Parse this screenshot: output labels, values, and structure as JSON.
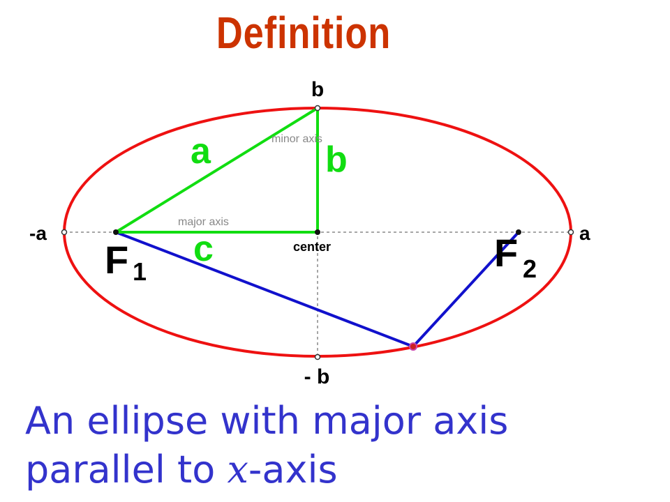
{
  "title": "Definition",
  "diagram": {
    "labels": {
      "b_top": "b",
      "minor_axis": "minor axis",
      "a_hyp": "a",
      "b_leg": "b",
      "neg_a": "-a",
      "major_axis": "major axis",
      "pos_a": "a",
      "F1": "F",
      "F1_sub": "1",
      "c_leg": "c",
      "center": "center",
      "F2": "F",
      "F2_sub": "2",
      "neg_b": "- b"
    },
    "colors": {
      "ellipse": "#ee1111",
      "triangle": "#11dd11",
      "focal_lines": "#1111cc",
      "axes": "#888888",
      "title": "#cc3300",
      "caption": "#3333cc"
    }
  },
  "caption": {
    "line1": "An ellipse with major axis",
    "line2_pre": "parallel to ",
    "line2_var": "x",
    "line2_post": "-axis"
  }
}
